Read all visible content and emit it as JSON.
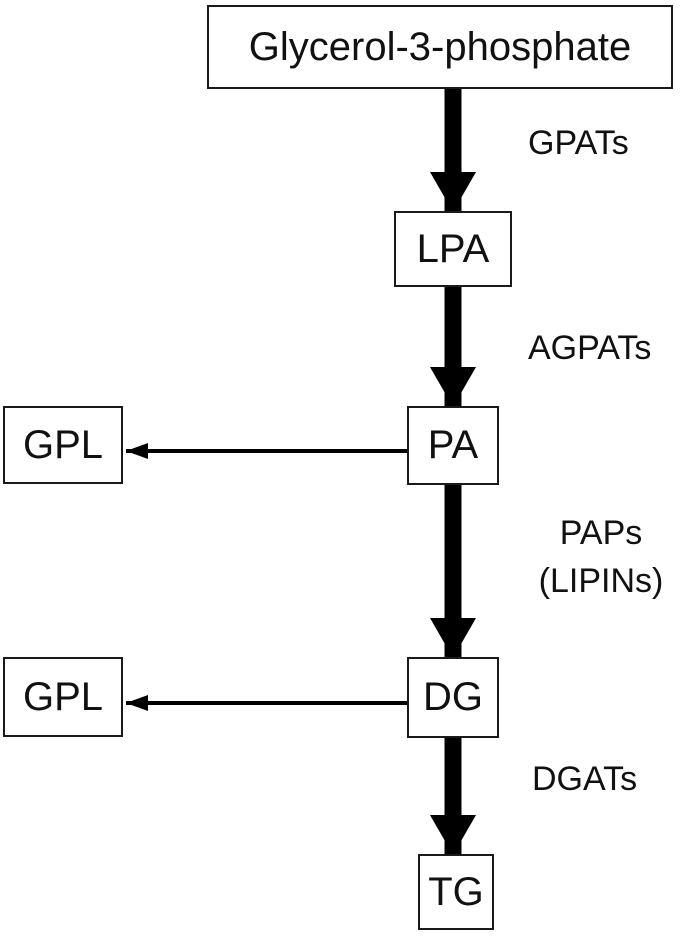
{
  "nodes": {
    "g3p": "Glycerol-3-phosphate",
    "lpa": "LPA",
    "pa": "PA",
    "dg": "DG",
    "tg": "TG",
    "gpl_1": "GPL",
    "gpl_2": "GPL"
  },
  "enzymes": {
    "gpats": "GPATs",
    "agpats": "AGPATs",
    "paps": "PAPs",
    "lipins": "(LIPINs)",
    "dgats": "DGATs"
  }
}
